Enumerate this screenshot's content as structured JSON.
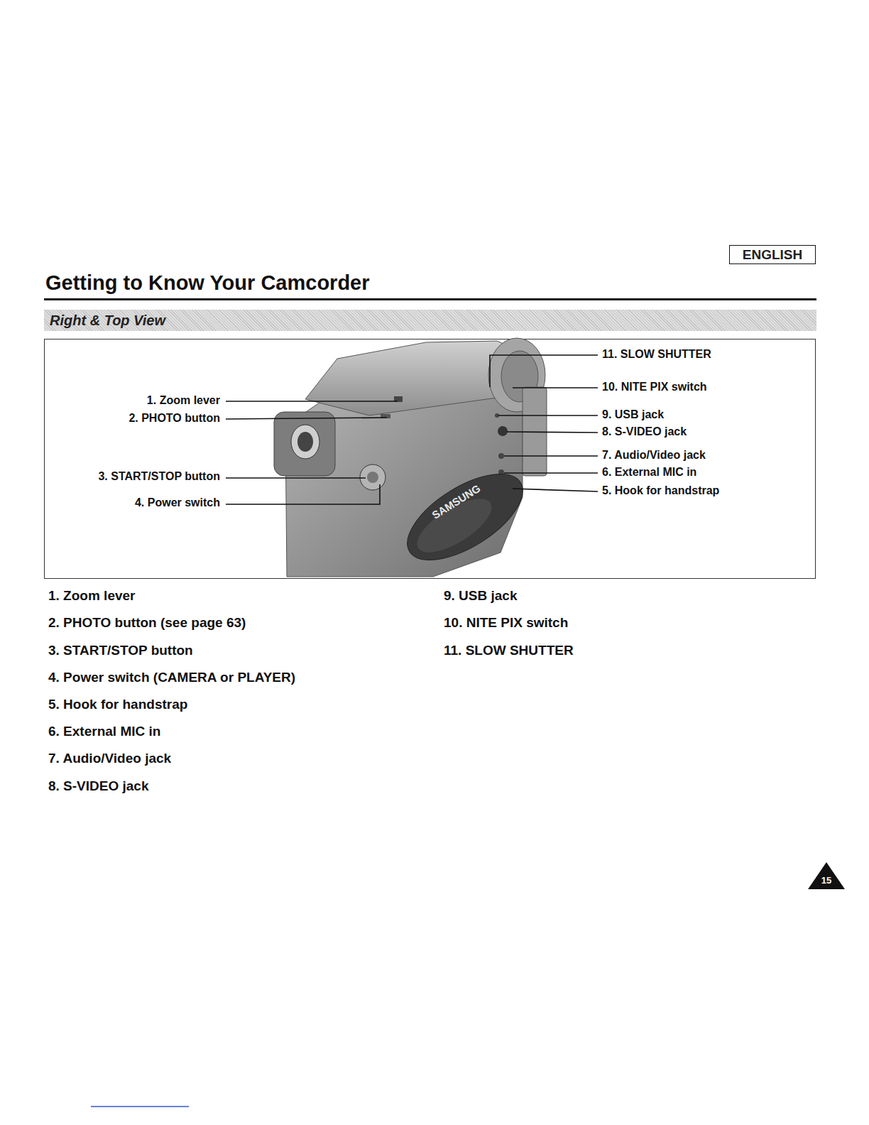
{
  "diagram": {
    "title": "Getting to Know Your Camcorder",
    "nodes": [
      {
        "text": [
          "ENGLISH"
        ]
      },
      {
        "text": [
          "Right & Top View"
        ]
      },
      {
        "text": [
          "15"
        ]
      }
    ],
    "labels": [
      "1. Zoom lever",
      "2. PHOTO button",
      "3. START/STOP button",
      "4. Power switch",
      "5. Hook for handstrap",
      "6. External MIC in",
      "7. Audio/Video jack",
      "8. S-VIDEO jack",
      "9. USB jack",
      "10. NITE PIX switch",
      "11. SLOW SHUTTER",
      "SAMSUNG",
      "1. Zoom lever",
      "2. PHOTO button (see page 63)",
      "3. START/STOP button",
      "4. Power switch (CAMERA or PLAYER)",
      "5. Hook for handstrap",
      "6. External MIC in",
      "7. Audio/Video jack",
      "8. S-VIDEO jack",
      "9. USB jack",
      "10. NITE PIX switch",
      "11. SLOW SHUTTER"
    ]
  }
}
